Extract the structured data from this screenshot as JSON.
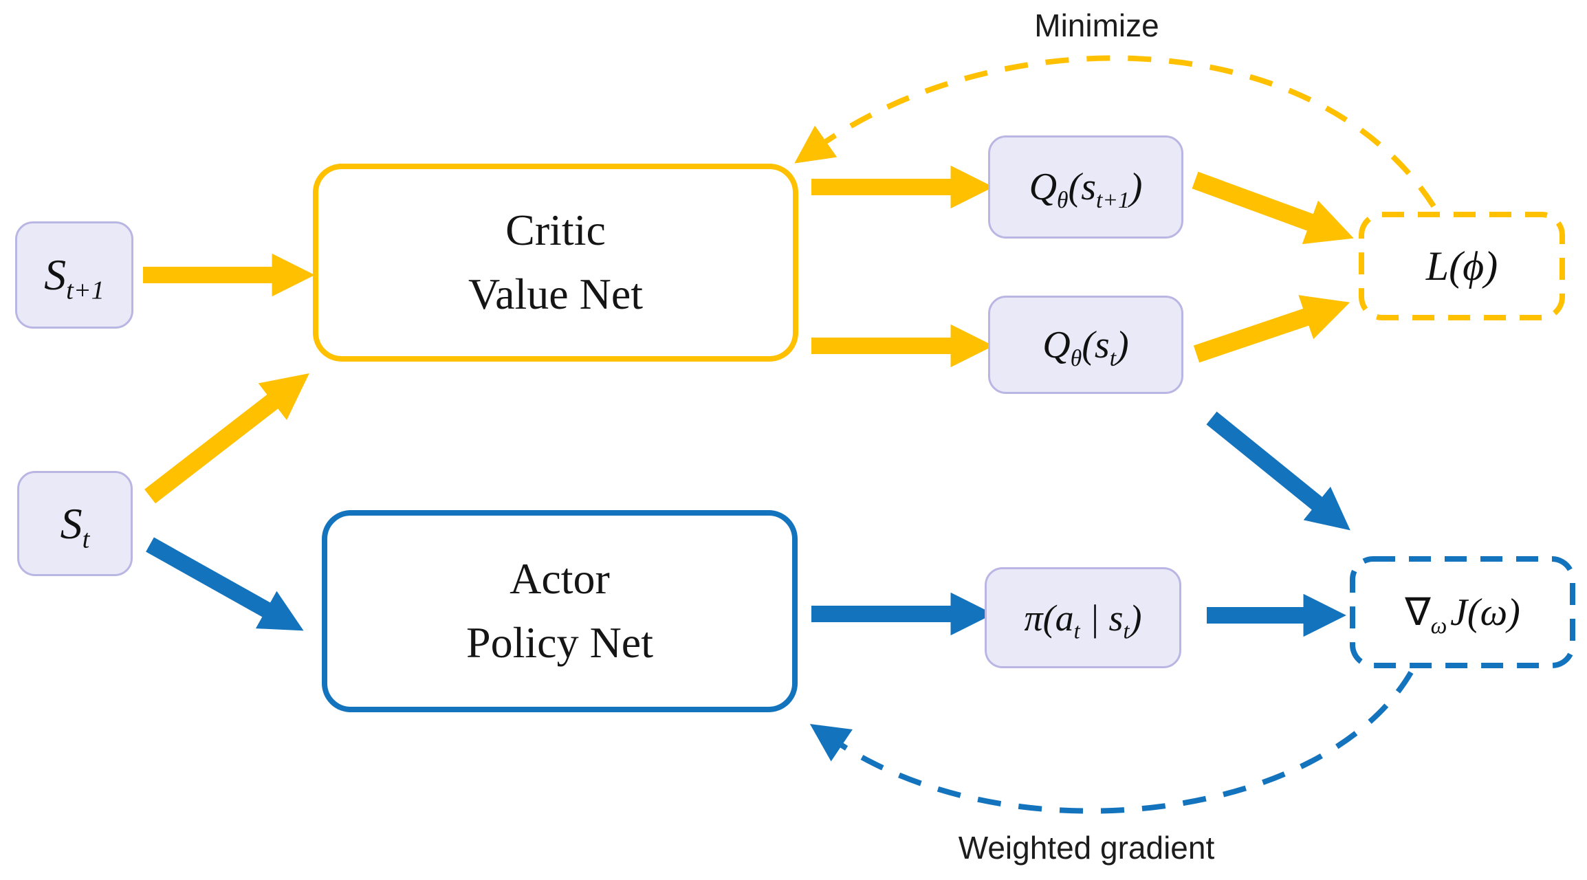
{
  "diagram": {
    "title_semantics": "Actor-Critic reinforcement learning architecture",
    "colors": {
      "critic_yellow": "#FFC000",
      "actor_blue": "#1473BD",
      "state_node_fill": "#EAE9F7",
      "state_node_border": "#B9B6E3",
      "label_text": "#111111"
    },
    "nodes": {
      "state_next": {
        "base": "S",
        "sub": "t+1"
      },
      "state_t": {
        "base": "S",
        "sub": "t"
      },
      "critic": {
        "line1": "Critic",
        "line2": "Value Net"
      },
      "actor": {
        "line1": "Actor",
        "line2": "Policy Net"
      },
      "q_next": {
        "q": "Q",
        "q_sub": "θ",
        "open": "(",
        "s": "s",
        "s_sub": "t+1",
        "close": ")"
      },
      "q_t": {
        "q": "Q",
        "q_sub": "θ",
        "open": "(",
        "s": "s",
        "s_sub": "t",
        "close": ")"
      },
      "pi": {
        "pre": "π(a",
        "pre_sub": "t",
        "mid": " | s",
        "mid_sub": "t",
        "close": ")"
      },
      "loss": {
        "label": "L(ϕ)"
      },
      "grad": {
        "nabla": "∇",
        "nabla_sub": "ω",
        "rest": "J(ω)"
      }
    },
    "annotations": {
      "minimize": "Minimize",
      "weighted_gradient": "Weighted gradient"
    }
  }
}
